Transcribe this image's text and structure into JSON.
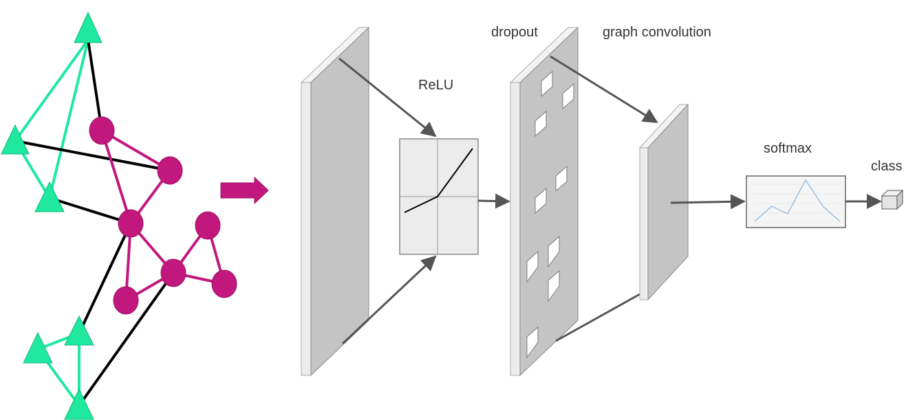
{
  "labels": {
    "dropout": "dropout",
    "graph_convolution": "graph convolution",
    "relu": "ReLU",
    "softmax": "softmax",
    "class": "class"
  },
  "colors": {
    "green": "#1fe8a0",
    "magenta": "#c2187e",
    "black": "#000000",
    "panel": "#c4c4c4",
    "panel_edge": "#e6e6e6",
    "arrow": "#555555",
    "box": "#ececec"
  },
  "graph": {
    "green_nodes": 6,
    "magenta_nodes": 7
  }
}
